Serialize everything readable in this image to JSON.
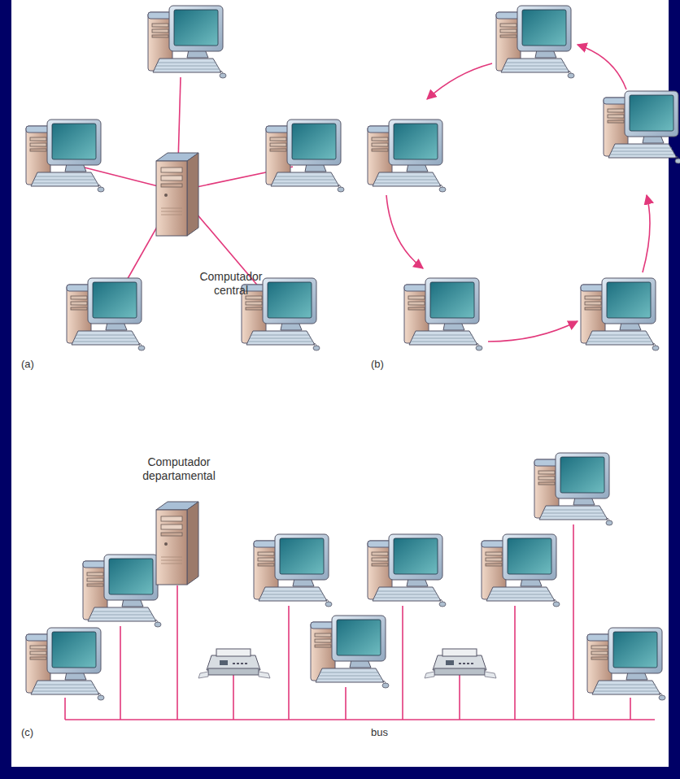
{
  "diagram": {
    "nodes": [
      {
        "text": [
          "Computador central"
        ]
      },
      {
        "text": [
          "Computador departamental"
        ]
      }
    ],
    "labels": [
      "(a)",
      "(b)",
      "(c)",
      "bus"
    ]
  }
}
